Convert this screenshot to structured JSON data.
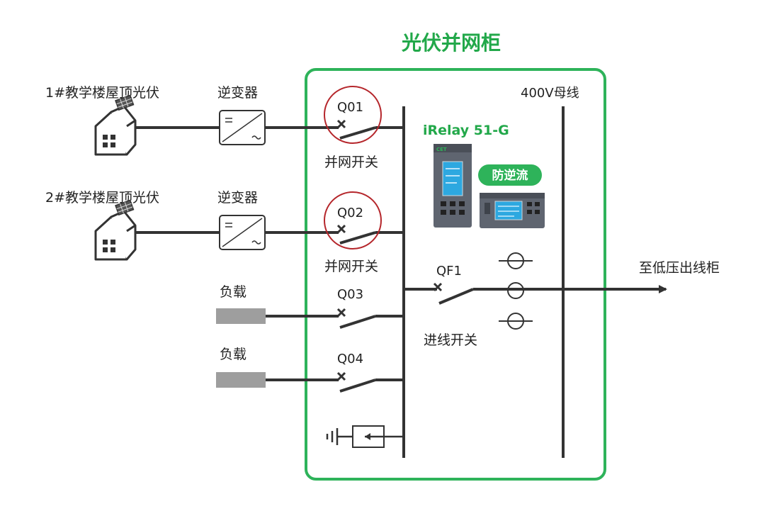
{
  "title": "光伏并网柜",
  "bus_label": "400V母线",
  "outgoing_label": "至低压出线柜",
  "device": {
    "model": "iRelay 51-G",
    "badge": "防逆流",
    "brand_mark": "CET"
  },
  "sources": [
    {
      "name": "1#教学楼屋顶光伏",
      "inverter": "逆变器",
      "switch": "Q01",
      "switch_label": "并网开关"
    },
    {
      "name": "2#教学楼屋顶光伏",
      "inverter": "逆变器",
      "switch": "Q02",
      "switch_label": "并网开关"
    }
  ],
  "loads": [
    {
      "name": "负载",
      "switch": "Q03"
    },
    {
      "name": "负载",
      "switch": "Q04"
    }
  ],
  "incoming": {
    "switch": "QF1",
    "label": "进线开关"
  },
  "colors": {
    "cabinet": "#2eb35a",
    "title": "#22a84a",
    "line": "#333333",
    "highlight": "#b5262b",
    "load": "#9e9e9e",
    "badge": "#2eb35a",
    "device_body": "#5f6570",
    "device_screen": "#2da8e0"
  },
  "icons": [
    "building-solar-icon",
    "inverter-icon",
    "breaker-icon",
    "current-transformer-icon",
    "surge-arrester-icon",
    "ground-icon",
    "arrow-right-icon"
  ]
}
